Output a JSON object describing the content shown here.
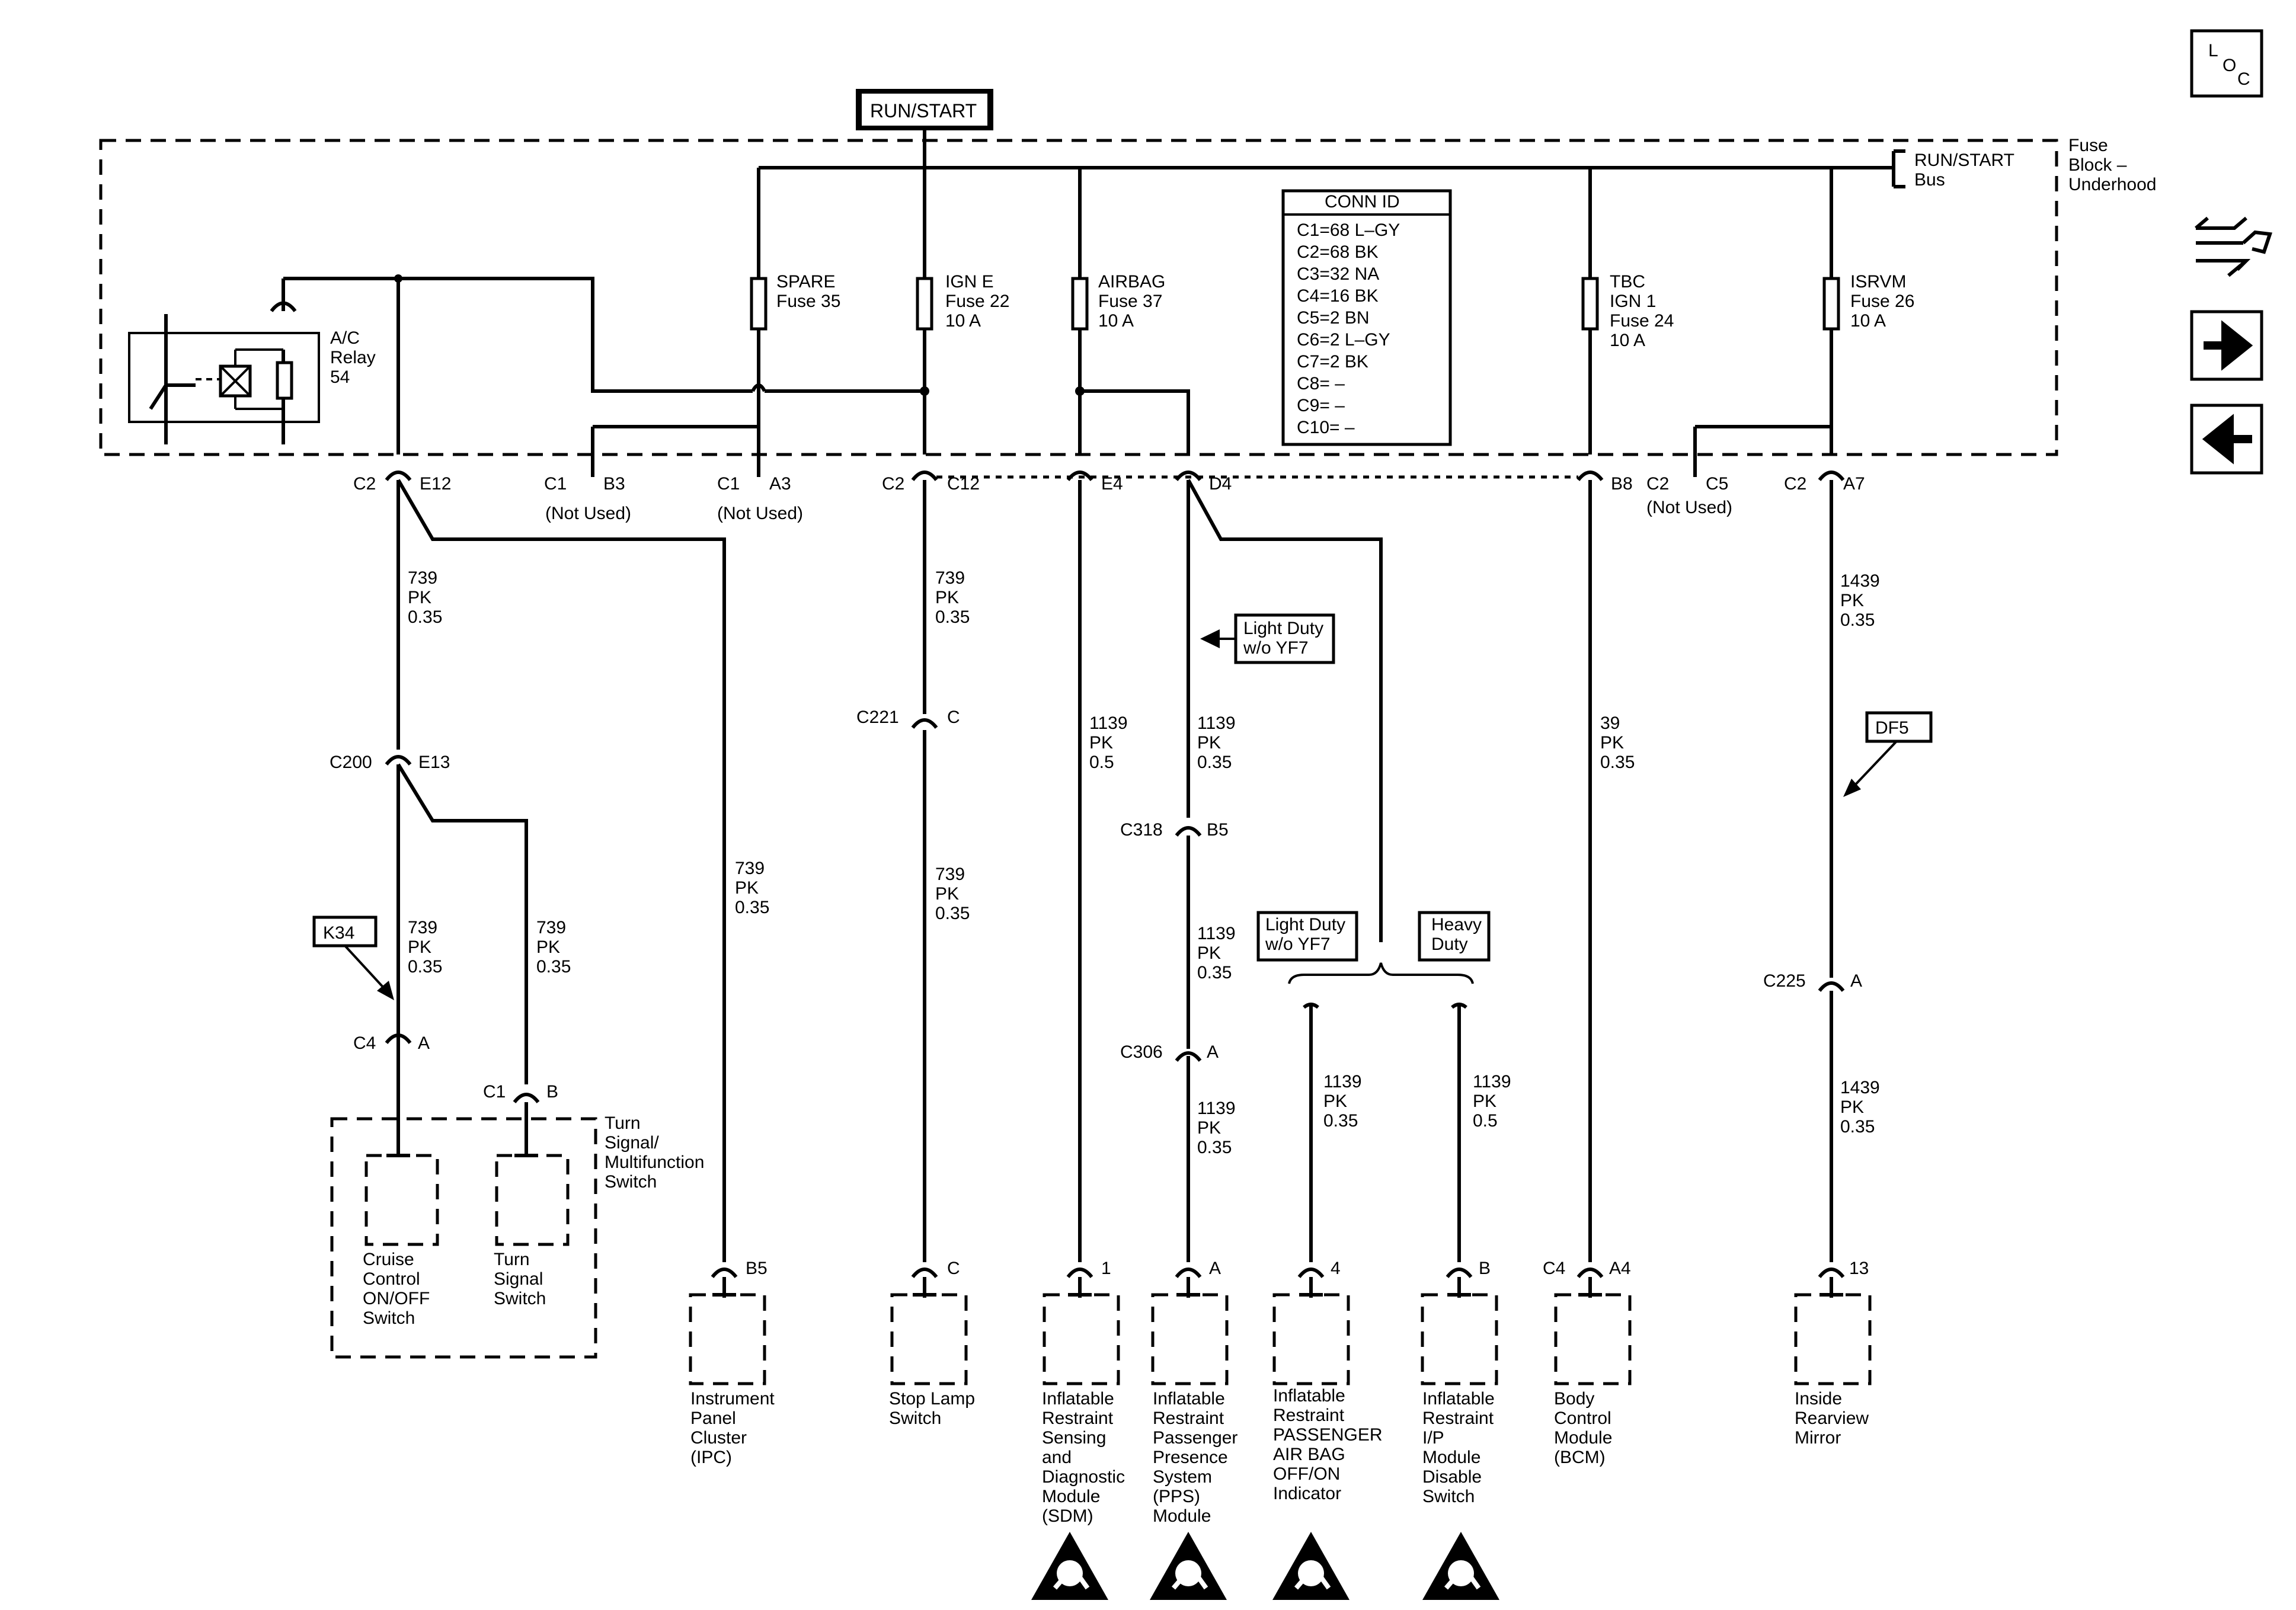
{
  "header": {
    "run_start": "RUN/START",
    "loc": [
      "L",
      "O",
      "C"
    ]
  },
  "fuse_block": {
    "title": [
      "Fuse",
      "Block –",
      "Underhood"
    ],
    "bus": [
      "RUN/START",
      "Bus"
    ]
  },
  "relay": [
    "A/C",
    "Relay",
    "54"
  ],
  "fuses": [
    {
      "name": "SPARE",
      "line2": "Fuse 35",
      "line3": ""
    },
    {
      "name": "IGN E",
      "line2": "Fuse 22",
      "line3": "10 A"
    },
    {
      "name": "AIRBAG",
      "line2": "Fuse 37",
      "line3": "10 A"
    },
    {
      "name": "TBC",
      "line2": "IGN 1",
      "line3": "Fuse 24",
      "line4": "10 A"
    },
    {
      "name": "ISRVM",
      "line2": "Fuse 26",
      "line3": "10 A"
    }
  ],
  "conn_id": {
    "title": "CONN ID",
    "rows": [
      "C1=68 L–GY",
      "C2=68 BK",
      "C3=32 NA",
      "C4=16 BK",
      "C5=2 BN",
      "C6=2 L–GY",
      "C7=2 BK",
      "C8= –",
      "C9= –",
      "C10= –"
    ]
  },
  "connectors_top": [
    {
      "conn": "C2",
      "pin": "E12"
    },
    {
      "conn": "C1",
      "pin": "B3",
      "note": "(Not Used)"
    },
    {
      "conn": "C1",
      "pin": "A3",
      "note": "(Not Used)"
    },
    {
      "conn": "C2",
      "pin": "C12"
    },
    {
      "pin": "E4"
    },
    {
      "pin": "D4"
    },
    {
      "pin": "B8"
    },
    {
      "conn": "C2",
      "pin": "C5",
      "note": "(Not Used)"
    },
    {
      "conn": "C2",
      "pin": "A7"
    }
  ],
  "inline_connectors": {
    "c200": {
      "conn": "C200",
      "pin": "E13"
    },
    "c221": {
      "conn": "C221",
      "pin": "C"
    },
    "c318": {
      "conn": "C318",
      "pin": "B5"
    },
    "c306": {
      "conn": "C306",
      "pin": "A"
    },
    "c225": {
      "conn": "C225",
      "pin": "A"
    },
    "c4a": {
      "conn": "C4",
      "pin": "A"
    },
    "c1b": {
      "conn": "C1",
      "pin": "B"
    }
  },
  "wires": {
    "w1": [
      "739",
      "PK",
      "0.35"
    ],
    "w2": [
      "739",
      "PK",
      "0.35"
    ],
    "w3": [
      "739",
      "PK",
      "0.35"
    ],
    "w4": [
      "739",
      "PK",
      "0.35"
    ],
    "w5": [
      "739",
      "PK",
      "0.35"
    ],
    "w6": [
      "739",
      "PK",
      "0.35"
    ],
    "w7": [
      "1139",
      "PK",
      "0.5"
    ],
    "w8": [
      "1139",
      "PK",
      "0.35"
    ],
    "w9": [
      "1139",
      "PK",
      "0.35"
    ],
    "w10": [
      "1139",
      "PK",
      "0.35"
    ],
    "w11": [
      "1139",
      "PK",
      "0.35"
    ],
    "w12": [
      "1139",
      "PK",
      "0.5"
    ],
    "w13": [
      "39",
      "PK",
      "0.35"
    ],
    "w14": [
      "1439",
      "PK",
      "0.35"
    ],
    "w15": [
      "1439",
      "PK",
      "0.35"
    ]
  },
  "options": {
    "k34": "K34",
    "df5": "DF5",
    "light_duty_1": [
      "Light Duty",
      "w/o YF7"
    ],
    "light_duty_2": [
      "Light Duty",
      "w/o YF7"
    ],
    "heavy_duty": [
      "Heavy",
      "Duty"
    ]
  },
  "turn_signal_switch": {
    "title": [
      "Turn",
      "Signal/",
      "Multifunction",
      "Switch"
    ],
    "cruise": [
      "Cruise",
      "Control",
      "ON/OFF",
      "Switch"
    ],
    "turn": [
      "Turn",
      "Signal",
      "Switch"
    ]
  },
  "components": [
    {
      "pin": "B5",
      "label": [
        "Instrument",
        "Panel",
        "Cluster",
        "(IPC)"
      ]
    },
    {
      "pin": "C",
      "label": [
        "Stop Lamp",
        "Switch"
      ]
    },
    {
      "pin": "1",
      "label": [
        "Inflatable",
        "Restraint",
        "Sensing",
        "and",
        "Diagnostic",
        "Module",
        "(SDM)"
      ]
    },
    {
      "pin": "A",
      "label": [
        "Inflatable",
        "Restraint",
        "Passenger",
        "Presence",
        "System",
        "(PPS)",
        "Module"
      ]
    },
    {
      "pin": "4",
      "label": [
        "Inflatable",
        "Restraint",
        "PASSENGER",
        "AIR BAG",
        "OFF/ON",
        "Indicator"
      ]
    },
    {
      "pin": "B",
      "label": [
        "Inflatable",
        "Restraint",
        "I/P",
        "Module",
        "Disable",
        "Switch"
      ]
    },
    {
      "conn": "C4",
      "pin": "A4",
      "label": [
        "Body",
        "Control",
        "Module",
        "(BCM)"
      ]
    },
    {
      "pin": "13",
      "label": [
        "Inside",
        "Rearview",
        "Mirror"
      ]
    }
  ],
  "icons": {
    "nav": [
      "wiring-navigation-icon",
      "arrow-right-icon",
      "arrow-left-icon"
    ],
    "airbag": "airbag-warning-icon"
  }
}
